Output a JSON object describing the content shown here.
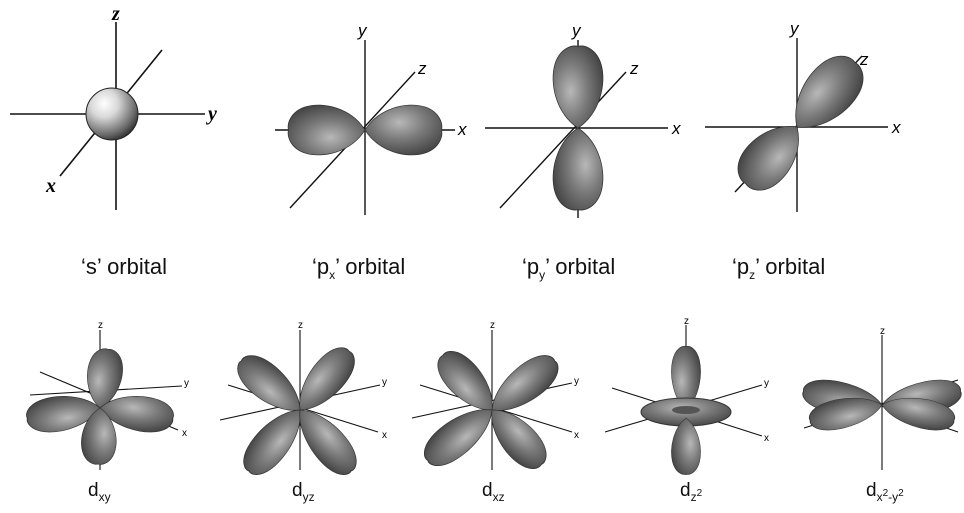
{
  "colors": {
    "lobe_dark": "#4a4a4a",
    "lobe_mid": "#7d7d7d",
    "lobe_light": "#bdbdbd",
    "axis": "#111111",
    "background": "#ffffff"
  },
  "top_row": {
    "s": {
      "caption": "‘s’ orbital",
      "axes": {
        "vertical": "z",
        "horizontal": "y",
        "diagonal": "x"
      }
    },
    "px": {
      "caption_open": "‘p",
      "caption_sub": "x",
      "caption_close": "’ orbital",
      "axes": {
        "vertical": "y",
        "horizontal": "x",
        "diagonal": "z"
      }
    },
    "py": {
      "caption_open": "‘p",
      "caption_sub": "y",
      "caption_close": "’ orbital",
      "axes": {
        "vertical": "y",
        "horizontal": "x",
        "diagonal": "z"
      }
    },
    "pz": {
      "caption_open": "‘p",
      "caption_sub": "z",
      "caption_close": "’ orbital",
      "axes": {
        "vertical": "y",
        "horizontal": "x",
        "diagonal": "z"
      }
    }
  },
  "bottom_row": {
    "axes": {
      "up": "z",
      "right": "y",
      "front": "x"
    },
    "dxy": {
      "base": "d",
      "sub": "xy"
    },
    "dyz": {
      "base": "d",
      "sub": "yz"
    },
    "dxz": {
      "base": "d",
      "sub": "xz"
    },
    "dz2": {
      "base": "d",
      "sub": "z",
      "sup": "2"
    },
    "dx2y2": {
      "base": "d",
      "sub_a": "x",
      "sup_a": "2",
      "sub_b": "-y",
      "sup_b": "2"
    }
  }
}
